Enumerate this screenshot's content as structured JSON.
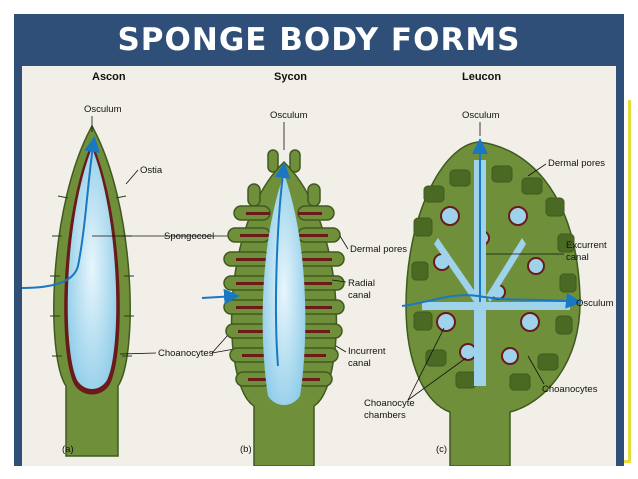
{
  "title": "SPONGE BODY FORMS",
  "panels": [
    {
      "title": "Ascon",
      "letter": "(a)"
    },
    {
      "title": "Sycon",
      "letter": "(b)"
    },
    {
      "title": "Leucon",
      "letter": "(c)"
    }
  ],
  "labels": {
    "ascon_osculum": "Osculum",
    "ostia": "Ostia",
    "spongocoel": "Spongocoel",
    "choanocytes_ascon": "Choanocytes",
    "sycon_osculum": "Osculum",
    "dermal_pores_sycon": "Dermal pores",
    "radial_canal_1": "Radial",
    "radial_canal_2": "canal",
    "incurrent_canal_1": "Incurrent",
    "incurrent_canal_2": "canal",
    "leucon_osculum_top": "Osculum",
    "dermal_pores_leucon": "Dermal pores",
    "excurrent_canal_1": "Excurrent",
    "excurrent_canal_2": "canal",
    "leucon_osculum_side": "Osculum",
    "choanocytes_leucon": "Choanocytes",
    "choanocyte_chambers_1": "Choanocyte",
    "choanocyte_chambers_2": "chambers"
  },
  "colors": {
    "header_bg": "#2f4e78",
    "header_text": "#ffffff",
    "frame_accent": "#e6dc3a",
    "tissue_green": "#6f8f3a",
    "tissue_dark": "#3f5a1e",
    "choanocyte_layer": "#6b1a1a",
    "water_blue": "#9fd3ec",
    "flow_arrow": "#1a78c2"
  }
}
